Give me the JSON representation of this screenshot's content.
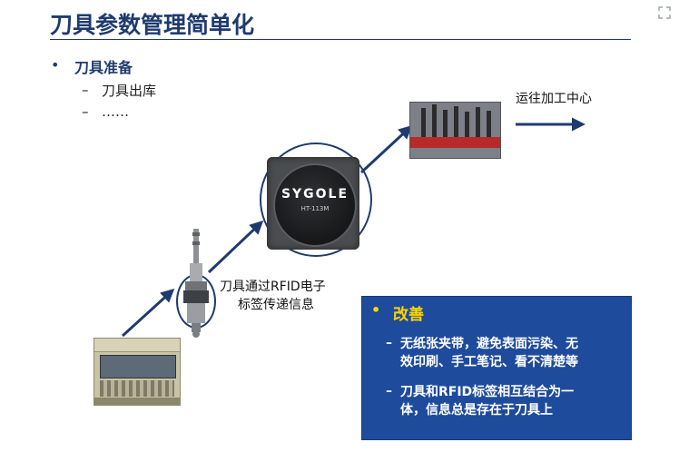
{
  "slide": {
    "title": "刀具参数管理简单化",
    "bullet": "刀具准备",
    "sub_items": [
      "刀具出库",
      "……"
    ]
  },
  "labels": {
    "destination": "运往加工中心",
    "rfid_line1": "刀具通过RFID电子",
    "rfid_line2": "标签传递信息"
  },
  "tag": {
    "brand": "SYGOLE",
    "model": "HT-113M"
  },
  "improvement": {
    "title": "改善",
    "items": [
      {
        "line1": "无纸张夹带，避免表面污染、无",
        "line2": "效印刷、手工笔记、看不清楚等"
      },
      {
        "line1": "刀具和RFID标签相互结合为一",
        "line2": "体，信息总是存在于刀具上"
      }
    ]
  },
  "colors": {
    "title": "#1f3b6e",
    "arrow": "#1f3b6e",
    "box_bg": "#1e4b9c",
    "box_title": "#ffd400"
  },
  "icons": {
    "corner": "expand-icon"
  }
}
